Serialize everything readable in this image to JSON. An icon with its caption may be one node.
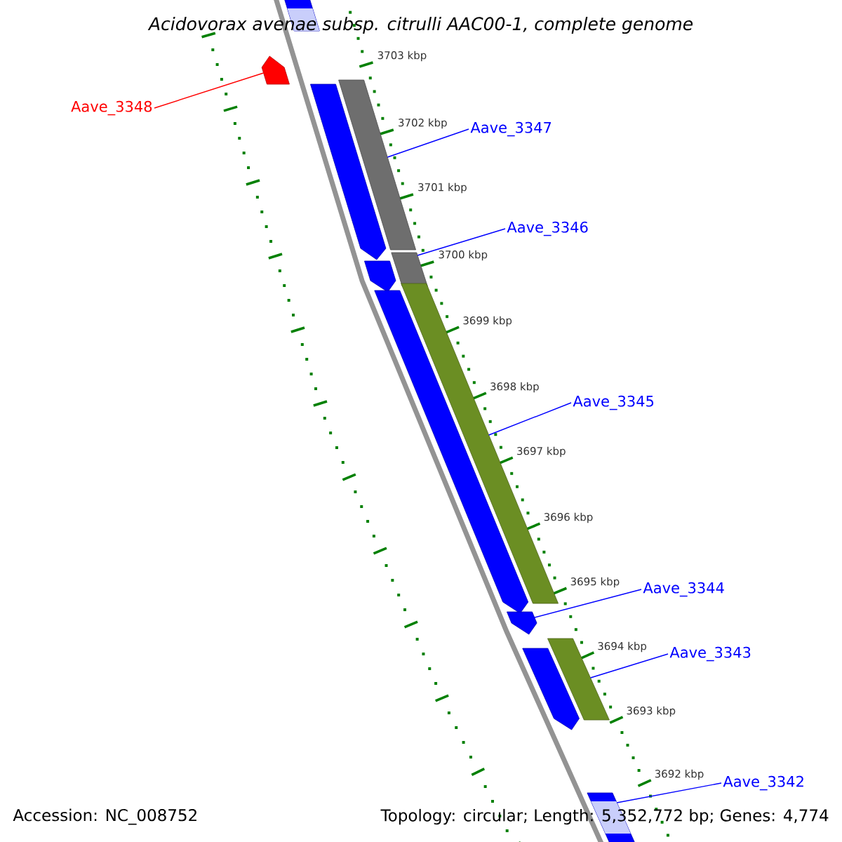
{
  "diagram": {
    "title": "Acidovorax avenae subsp. citrulli AAC00-1, complete genome",
    "nodes": [
      {
        "text": [],
        "shape": "box"
      },
      {
        "text": [],
        "shape": "pentagon"
      },
      {
        "text": [],
        "shape": "pentagon"
      },
      {
        "text": [],
        "shape": "box"
      },
      {
        "text": [],
        "shape": "pentagon"
      },
      {
        "text": [],
        "shape": "box"
      },
      {
        "text": [],
        "shape": "pentagon"
      },
      {
        "text": [],
        "shape": "box"
      },
      {
        "text": [],
        "shape": "pentagon"
      },
      {
        "text": [],
        "shape": "pentagon"
      },
      {
        "text": [],
        "shape": "box"
      },
      {
        "text": [],
        "shape": "box"
      },
      {
        "text": [
          "Aave_3348"
        ]
      },
      {
        "text": [
          "Aave_3347"
        ]
      },
      {
        "text": [
          "Aave_3346"
        ]
      },
      {
        "text": [
          "Aave_3345"
        ]
      },
      {
        "text": [
          "Aave_3344"
        ]
      },
      {
        "text": [
          "Aave_3343"
        ]
      },
      {
        "text": [
          "Aave_3342"
        ]
      }
    ],
    "edges": [
      {
        "from": 12,
        "to": 1,
        "arrow": "none",
        "color": "#ff0000"
      },
      {
        "from": 13,
        "to": 3,
        "arrow": "none"
      },
      {
        "from": 14,
        "to": 5,
        "arrow": "none"
      },
      {
        "from": 15,
        "to": 7,
        "arrow": "none"
      },
      {
        "from": 16,
        "to": 8,
        "arrow": "none"
      },
      {
        "from": 17,
        "to": 10,
        "arrow": "none"
      },
      {
        "from": 18,
        "to": 11,
        "arrow": "none"
      }
    ],
    "labels": [
      "3703 kbp",
      "3702 kbp",
      "3701 kbp",
      "3700 kbp",
      "3699 kbp",
      "3698 kbp",
      "3697 kbp",
      "3696 kbp",
      "3695 kbp",
      "3694 kbp",
      "3693 kbp",
      "3692 kbp",
      "Accession: NC_008752",
      "Topology: circular; Length: 5,352,772 bp; Genes: 4,774"
    ]
  }
}
